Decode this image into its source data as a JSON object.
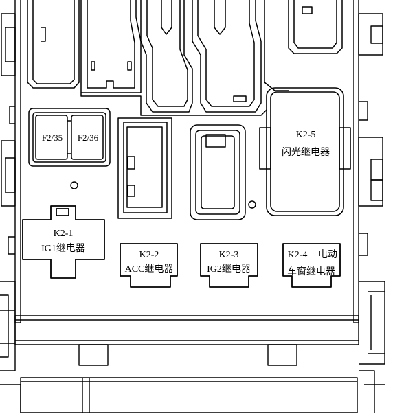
{
  "fuses": [
    {
      "id": "f2-35",
      "label": "F2/35"
    },
    {
      "id": "f2-36",
      "label": "F2/36"
    }
  ],
  "relays": [
    {
      "id": "k2-1",
      "code": "K2-1",
      "name": "IG1继电器",
      "name2": ""
    },
    {
      "id": "k2-2",
      "code": "K2-2",
      "name": "ACC继电器",
      "name2": ""
    },
    {
      "id": "k2-3",
      "code": "K2-3",
      "name": "IG2继电器",
      "name2": ""
    },
    {
      "id": "k2-4",
      "code": "K2-4",
      "name": "电动",
      "name2": "车窗继电器"
    },
    {
      "id": "k2-5",
      "code": "K2-5",
      "name": "闪光继电器",
      "name2": ""
    }
  ]
}
